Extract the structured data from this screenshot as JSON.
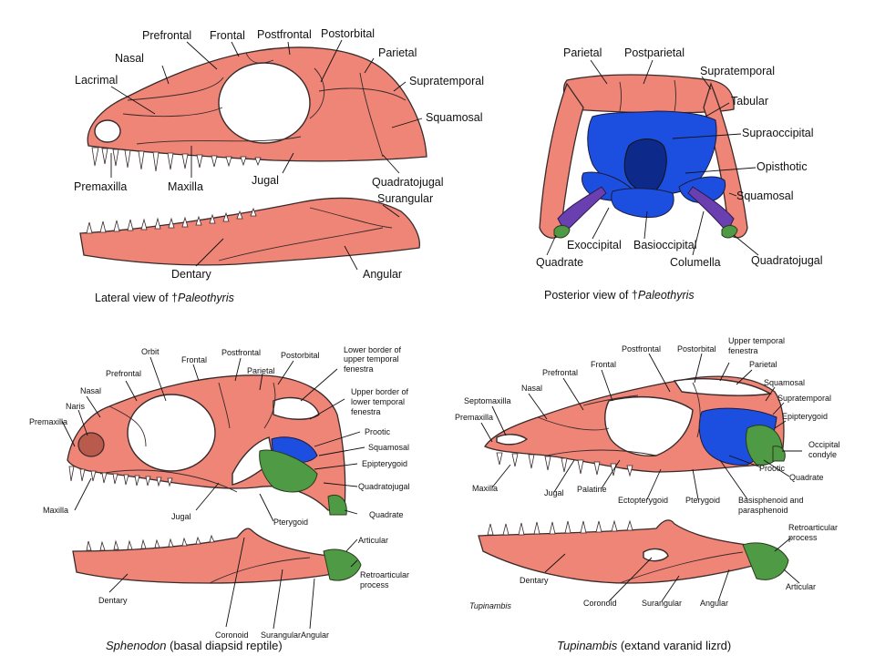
{
  "panels": {
    "lateral_paleothyris": {
      "caption_prefix": "Lateral view of †",
      "caption_genus": "Paleothyris",
      "labels": {
        "nasal": "Nasal",
        "prefrontal": "Prefrontal",
        "frontal": "Frontal",
        "postfrontal": "Postfrontal",
        "postorbital": "Postorbital",
        "parietal": "Parietal",
        "lacrimal": "Lacrimal",
        "supratemporal": "Supratemporal",
        "squamosal": "Squamosal",
        "quadratojugal": "Quadratojugal",
        "premaxilla": "Premaxilla",
        "maxilla": "Maxilla",
        "jugal": "Jugal",
        "surangular": "Surangular",
        "dentary": "Dentary",
        "angular": "Angular"
      }
    },
    "posterior_paleothyris": {
      "caption_prefix": "Posterior view of †",
      "caption_genus": "Paleothyris",
      "labels": {
        "parietal": "Parietal",
        "postparietal": "Postparietal",
        "supratemporal": "Supratemporal",
        "tabular": "Tabular",
        "supraoccipital": "Supraoccipital",
        "opisthotic": "Opisthotic",
        "squamosal": "Squamosal",
        "exoccipital": "Exoccipital",
        "basioccipital": "Basioccipital",
        "quadrate": "Quadrate",
        "columella": "Columella",
        "quadratojugal": "Quadratojugal"
      }
    },
    "sphenodon": {
      "caption_genus": "Sphenodon",
      "caption_rest": " (basal diapsid reptile)",
      "labels": {
        "orbit": "Orbit",
        "frontal": "Frontal",
        "postfrontal": "Postfrontal",
        "postorbital": "Postorbital",
        "prefrontal": "Prefrontal",
        "parietal": "Parietal",
        "nasal": "Nasal",
        "naris": "Naris",
        "premaxilla": "Premaxilla",
        "maxilla": "Maxilla",
        "jugal": "Jugal",
        "pterygoid": "Pterygoid",
        "lower_border_1": "Lower border of",
        "lower_border_2": "upper temporal",
        "lower_border_3": "fenestra",
        "upper_border_1": "Upper border of",
        "upper_border_2": "lower temporal",
        "upper_border_3": "fenestra",
        "prootic": "Prootic",
        "squamosal": "Squamosal",
        "epipterygoid": "Epipterygoid",
        "quadratojugal": "Quadratojugal",
        "quadrate": "Quadrate",
        "articular": "Articular",
        "retro_1": "Retroarticular",
        "retro_2": "process",
        "dentary": "Dentary",
        "coronoid": "Coronoid",
        "surangular": "Surangular",
        "angular": "Angular"
      }
    },
    "tupinambis": {
      "caption_genus": "Tupinambis",
      "caption_rest": " (extand varanid lizrd)",
      "tag": "Tupinambis",
      "labels": {
        "postfrontal": "Postfrontal",
        "postorbital": "Postorbital",
        "upper_temporal_1": "Upper temporal",
        "upper_temporal_2": "fenestra",
        "frontal": "Frontal",
        "parietal": "Parietal",
        "prefrontal": "Prefrontal",
        "squamosal": "Squamosal",
        "nasal": "Nasal",
        "supratemporal": "Supratemporal",
        "septomaxilla": "Septomaxilla",
        "epipterygoid": "Epipterygoid",
        "premaxilla": "Premaxilla",
        "occipital_1": "Occipital",
        "occipital_2": "condyle",
        "quadrate": "Quadrate",
        "maxilla": "Maxilla",
        "prootic": "Prootic",
        "jugal": "Jugal",
        "palatine": "Palatine",
        "ectopterygoid": "Ectopterygoid",
        "pterygoid": "Pterygoid",
        "basisphenoid_1": "Basisphenoid and",
        "basisphenoid_2": "parasphenoid",
        "retro_1": "Retroarticular",
        "retro_2": "process",
        "dentary": "Dentary",
        "articular": "Articular",
        "coronoid": "Coronoid",
        "surangular": "Surangular",
        "angular": "Angular"
      }
    }
  }
}
